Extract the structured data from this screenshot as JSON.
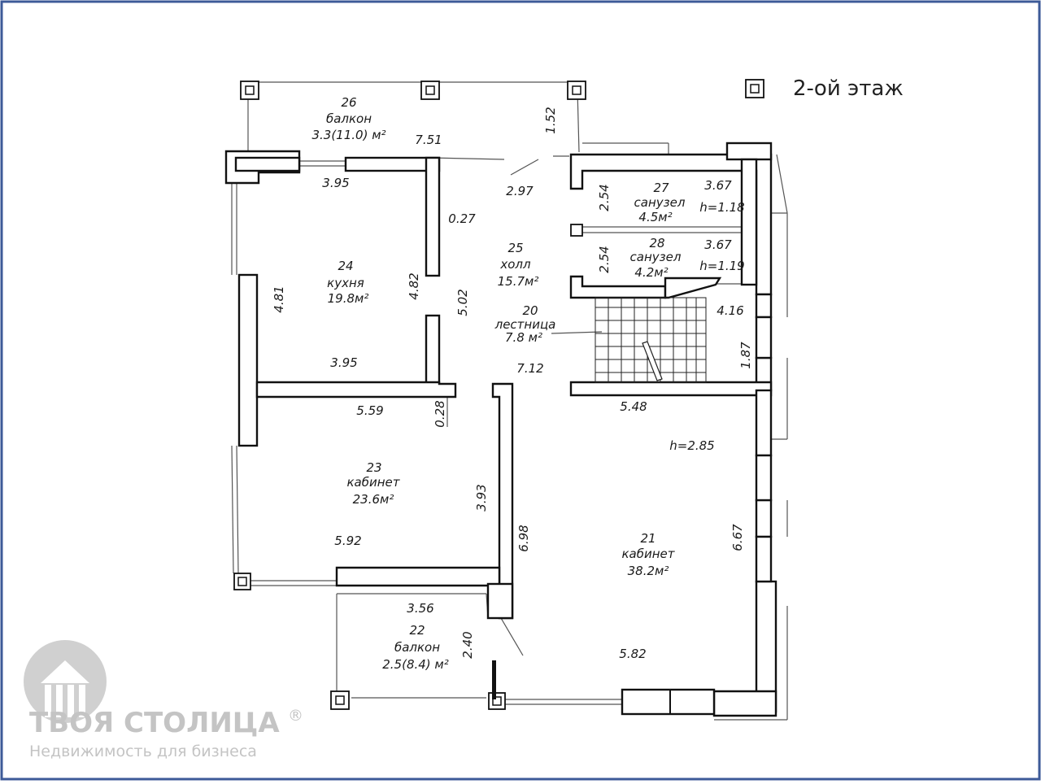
{
  "floor_title": "2-ой этаж",
  "watermark": {
    "brand": "ТВОЯ СТОЛИЦА",
    "registered": "®",
    "tagline": "Недвижимость для бизнеса"
  },
  "rooms": [
    {
      "id": "room-26",
      "lines": [
        "26",
        "балкон",
        "3.3(11.0) м²"
      ]
    },
    {
      "id": "room-27",
      "lines": [
        "27",
        "санузел",
        "4.5м²"
      ]
    },
    {
      "id": "room-28",
      "lines": [
        "28",
        "санузел",
        "4.2м²"
      ]
    },
    {
      "id": "room-24",
      "lines": [
        "24",
        "кухня",
        "19.8м²"
      ]
    },
    {
      "id": "room-25",
      "lines": [
        "25",
        "холл",
        "15.7м²"
      ]
    },
    {
      "id": "room-20",
      "lines": [
        "20",
        "лестница",
        "7.8 м²"
      ]
    },
    {
      "id": "room-23",
      "lines": [
        "23",
        "кабинет",
        "23.6м²"
      ]
    },
    {
      "id": "room-21",
      "lines": [
        "21",
        "кабинет",
        "38.2м²"
      ]
    },
    {
      "id": "room-22",
      "lines": [
        "22",
        "балкон",
        "2.5(8.4) м²"
      ]
    }
  ],
  "dimensions": [
    "7.51",
    "1.52",
    "3.95",
    "2.97",
    "2.54",
    "3.67",
    "h=1.18",
    "0.27",
    "2.54",
    "3.67",
    "h=1.19",
    "4.81",
    "4.82",
    "5.02",
    "4.16",
    "1.87",
    "3.95",
    "7.12",
    "5.59",
    "0.28",
    "5.48",
    "h=2.85",
    "3.93",
    "6.98",
    "6.67",
    "5.92",
    "3.56",
    "2.40",
    "5.82"
  ]
}
